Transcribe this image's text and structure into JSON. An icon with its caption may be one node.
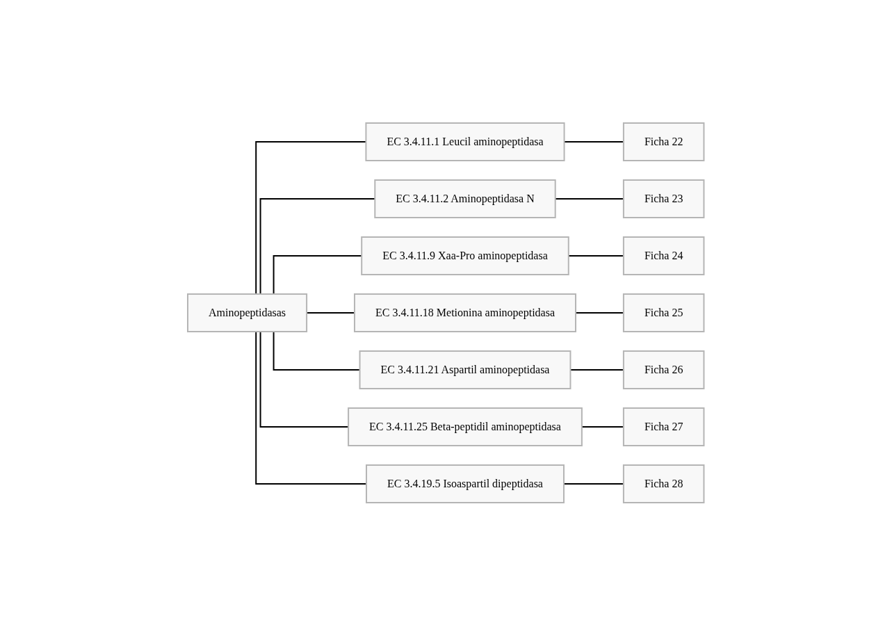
{
  "diagram": {
    "nodes": [
      {
        "text": [
          "Aminopeptidasas"
        ]
      },
      {
        "text": [
          "EC 3.4.11.1 Leucil aminopeptidasa"
        ]
      },
      {
        "text": [
          "EC 3.4.11.2 Aminopeptidasa N"
        ]
      },
      {
        "text": [
          "EC 3.4.11.9 Xaa-Pro aminopeptidasa"
        ]
      },
      {
        "text": [
          "EC 3.4.11.18 Metionina aminopeptidasa"
        ]
      },
      {
        "text": [
          "EC 3.4.11.21 Aspartil aminopeptidasa"
        ]
      },
      {
        "text": [
          "EC 3.4.11.25 Beta-peptidil aminopeptidasa"
        ]
      },
      {
        "text": [
          "EC 3.4.19.5 Isoaspartil dipeptidasa"
        ]
      },
      {
        "text": [
          "Ficha 22"
        ]
      },
      {
        "text": [
          "Ficha 23"
        ]
      },
      {
        "text": [
          "Ficha 24"
        ]
      },
      {
        "text": [
          "Ficha 25"
        ]
      },
      {
        "text": [
          "Ficha 26"
        ]
      },
      {
        "text": [
          "Ficha 27"
        ]
      },
      {
        "text": [
          "Ficha 28"
        ]
      }
    ],
    "edges": [
      {
        "from": 0,
        "to": 1,
        "arrow": "none"
      },
      {
        "from": 0,
        "to": 2,
        "arrow": "none"
      },
      {
        "from": 0,
        "to": 3,
        "arrow": "none"
      },
      {
        "from": 0,
        "to": 4,
        "arrow": "none"
      },
      {
        "from": 0,
        "to": 5,
        "arrow": "none"
      },
      {
        "from": 0,
        "to": 6,
        "arrow": "none"
      },
      {
        "from": 0,
        "to": 7,
        "arrow": "none"
      },
      {
        "from": 1,
        "to": 8,
        "arrow": "none"
      },
      {
        "from": 2,
        "to": 9,
        "arrow": "none"
      },
      {
        "from": 3,
        "to": 10,
        "arrow": "none"
      },
      {
        "from": 4,
        "to": 11,
        "arrow": "none"
      },
      {
        "from": 5,
        "to": 12,
        "arrow": "none"
      },
      {
        "from": 6,
        "to": 13,
        "arrow": "none"
      },
      {
        "from": 7,
        "to": 14,
        "arrow": "none"
      }
    ]
  }
}
